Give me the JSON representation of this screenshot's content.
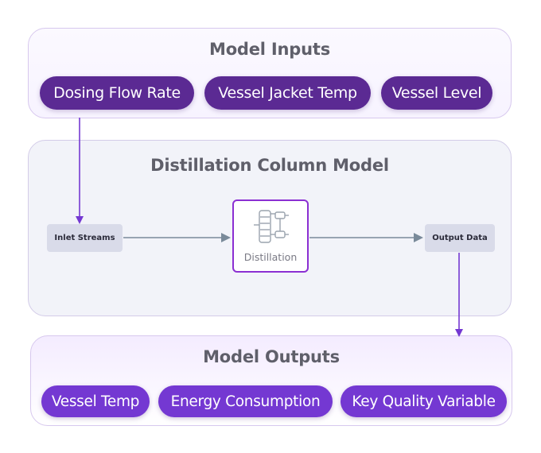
{
  "inputs": {
    "title": "Model Inputs",
    "items": [
      "Dosing Flow Rate",
      "Vessel Jacket Temp",
      "Vessel Level"
    ]
  },
  "model": {
    "title": "Distillation Column Model",
    "inlet_label": "Inlet Streams",
    "process_label": "Distillation",
    "output_label": "Output Data"
  },
  "outputs": {
    "title": "Model Outputs",
    "items": [
      "Vessel Temp",
      "Energy Consumption",
      "Key Quality Variable"
    ]
  },
  "icons": {
    "process": "distillation-column-icon"
  },
  "colors": {
    "input_pill": "#5b2a93",
    "output_pill": "#7438d2",
    "accent_border": "#8b2fd2",
    "flow_arrow": "#7a8a9a",
    "link_arrow": "#7438d2"
  }
}
